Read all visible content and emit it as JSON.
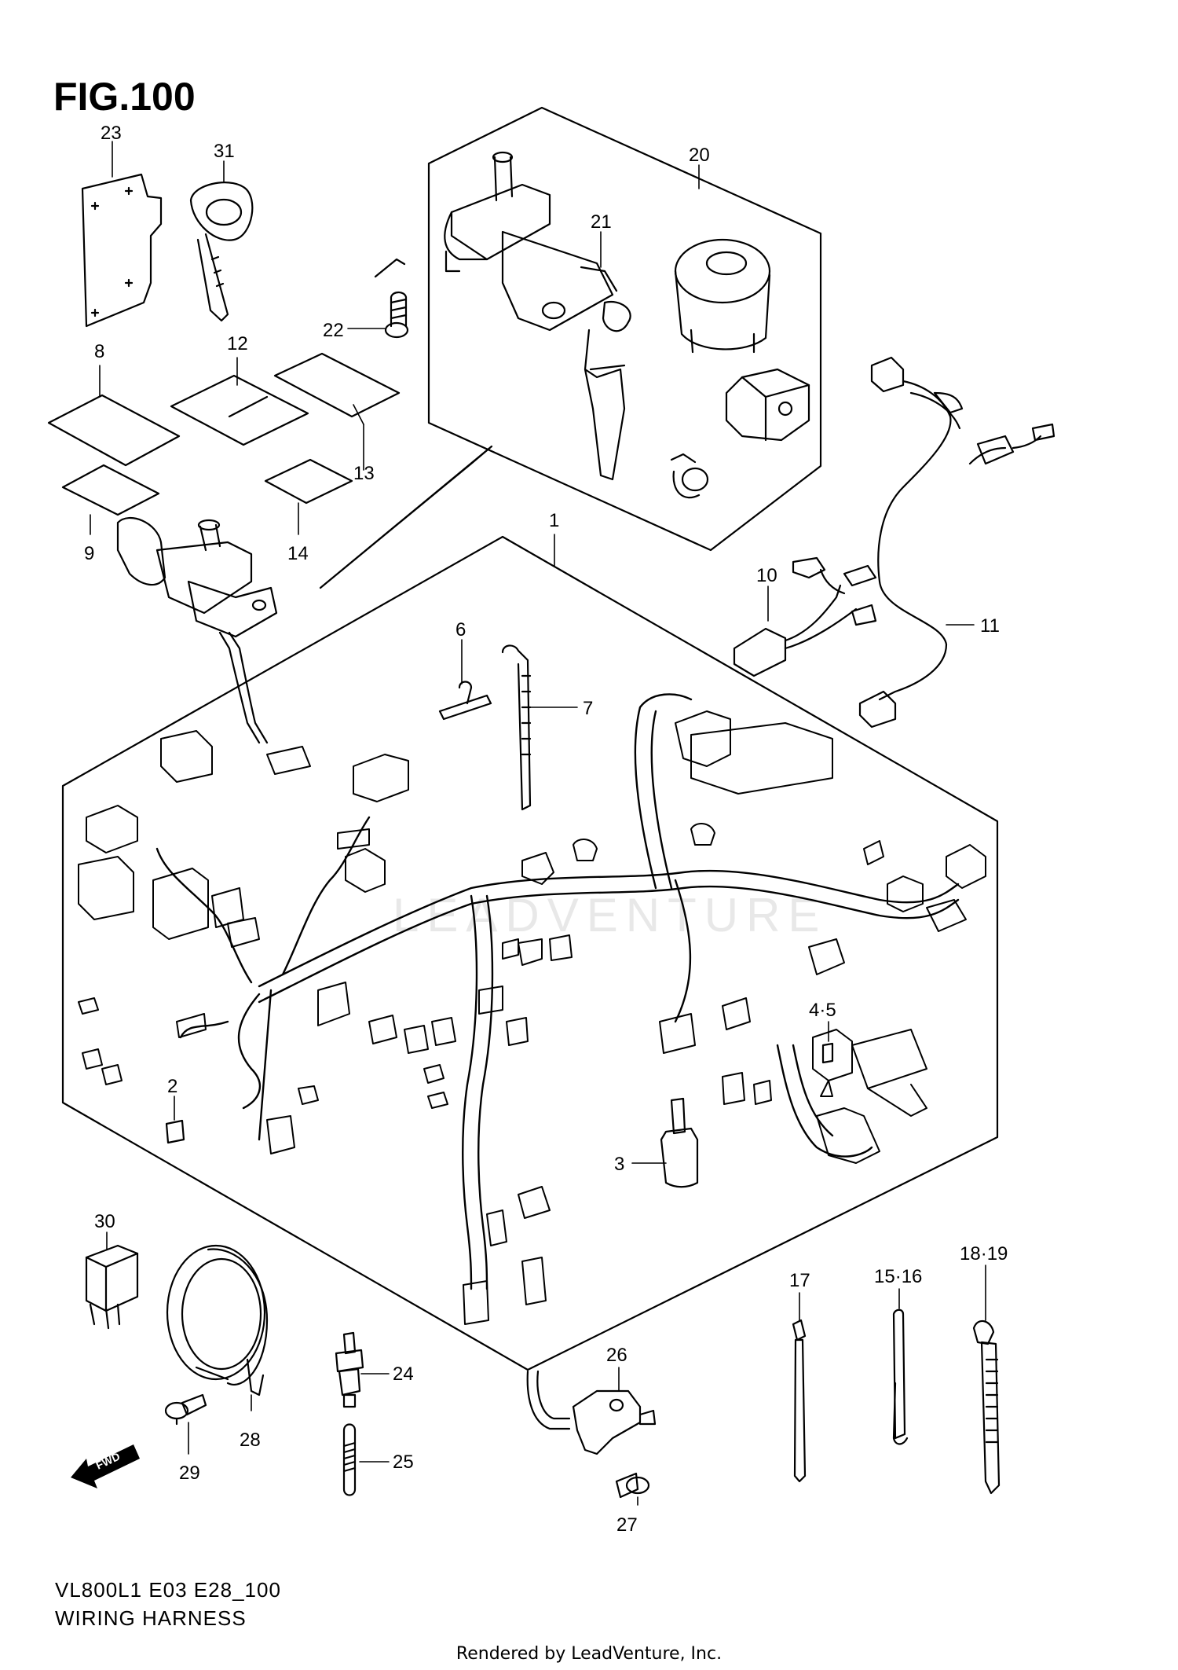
{
  "figure": {
    "title": "FIG.100"
  },
  "footer": {
    "model": "VL800L1 E03 E28_100",
    "name": "WIRING HARNESS",
    "rendered_by": "Rendered by LeadVenture, Inc."
  },
  "watermark": "LEADVENTURE",
  "fwd_arrow": "FWD",
  "callouts": [
    "23",
    "31",
    "20",
    "21",
    "22",
    "8",
    "12",
    "13",
    "9",
    "14",
    "1",
    "10",
    "11",
    "6",
    "7",
    "4·5",
    "2",
    "3",
    "30",
    "17",
    "15·16",
    "18·19",
    "24",
    "25",
    "26",
    "27",
    "28",
    "29"
  ]
}
